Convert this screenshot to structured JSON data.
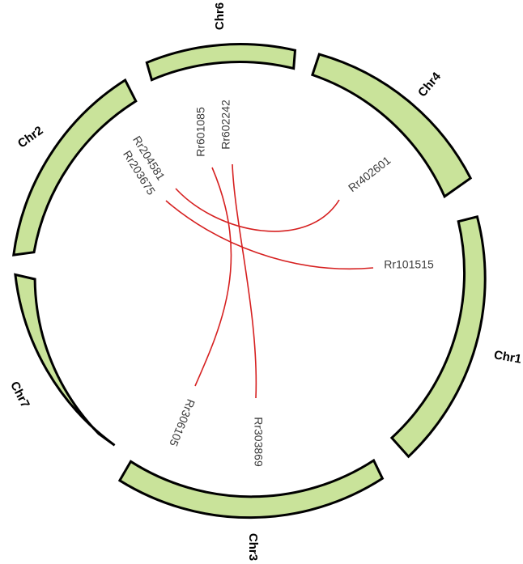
{
  "colors": {
    "chromosome_fill": "#c9e39a",
    "chromosome_stroke": "#000000",
    "link": "#d62020",
    "gene_text": "#3a3a3a"
  },
  "chromosomes": [
    {
      "id": "chr6",
      "label": "Chr6"
    },
    {
      "id": "chr4",
      "label": "Chr4"
    },
    {
      "id": "chr1",
      "label": "Chr1"
    },
    {
      "id": "chr3",
      "label": "Chr3"
    },
    {
      "id": "chr7",
      "label": "Chr7"
    },
    {
      "id": "chr2",
      "label": "Chr2"
    }
  ],
  "genes": [
    {
      "id": "rr602242",
      "label": "Rr602242"
    },
    {
      "id": "rr601085",
      "label": "Rr601085"
    },
    {
      "id": "rr402601",
      "label": "Rr402601"
    },
    {
      "id": "rr101515",
      "label": "Rr101515"
    },
    {
      "id": "rr303869",
      "label": "Rr303869"
    },
    {
      "id": "rr306105",
      "label": "Rr306105"
    },
    {
      "id": "rr204581",
      "label": "Rr204581"
    },
    {
      "id": "rr203675",
      "label": "Rr203675"
    }
  ],
  "links": [
    {
      "from": "Rr204581",
      "to": "Rr402601"
    },
    {
      "from": "Rr203675",
      "to": "Rr101515"
    },
    {
      "from": "Rr601085",
      "to": "Rr306105"
    },
    {
      "from": "Rr602242",
      "to": "Rr303869"
    }
  ]
}
